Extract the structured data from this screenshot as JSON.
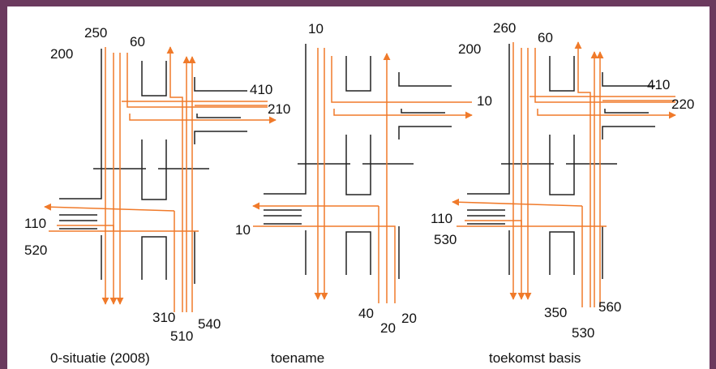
{
  "colors": {
    "frame": "#6b3a5e",
    "road": "#222222",
    "flow": "#f07a2a",
    "text": "#111111"
  },
  "panels": [
    {
      "caption": "0-situatie (2008)",
      "values": {
        "n_left": "200",
        "n_mid": "250",
        "n_right": "60",
        "e_top": "410",
        "e_bot": "210",
        "w_top": "110",
        "w_bot": "520",
        "s_left": "310",
        "s_mid": "510",
        "s_right": "540"
      }
    },
    {
      "caption": "toename",
      "values": {
        "n_mid": "10",
        "e_bot": "10",
        "w_bot": "10",
        "s_left": "40",
        "s_mid": "20",
        "s_right": "20"
      }
    },
    {
      "caption": "toekomst basis",
      "values": {
        "n_left": "200",
        "n_mid": "260",
        "n_right": "60",
        "e_top": "410",
        "e_bot": "220",
        "w_top": "110",
        "w_bot": "530",
        "s_left": "350",
        "s_mid": "530",
        "s_right": "560"
      }
    }
  ]
}
